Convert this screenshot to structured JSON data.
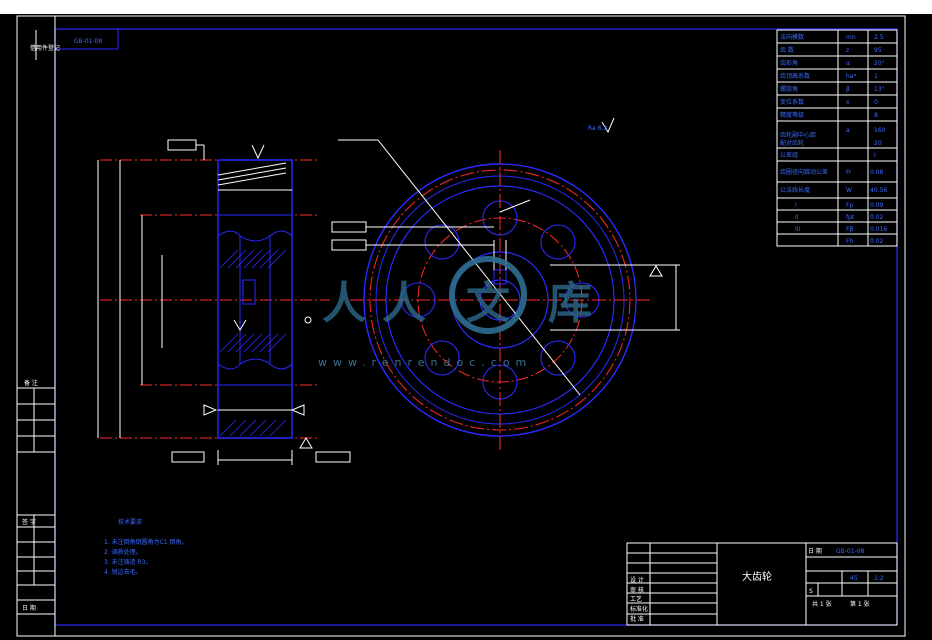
{
  "drawing": {
    "part_name": "大齿轮",
    "drawing_number": "GB-01-08",
    "tech_req_title": "技术要求",
    "tech_requirements": [
      "1. 未注倒角倒圆角为C1 倒角。",
      "2. 调质处理。",
      "3. 未注铸造 R3。",
      "4. 锐边去毛。"
    ],
    "roughness_note": "Ra 6.3",
    "watermark": {
      "chars": [
        "人",
        "人",
        "文",
        "库"
      ],
      "url": "www.renrendoc.com"
    }
  },
  "param_table": {
    "rows": [
      [
        "法向模数",
        "mn",
        "2.5"
      ],
      [
        "齿  数",
        "z",
        "95"
      ],
      [
        "齿形角",
        "α",
        "20°"
      ],
      [
        "齿顶高系数",
        "ha*",
        "1"
      ],
      [
        "螺旋角",
        "β",
        "13°"
      ],
      [
        "变位系数",
        "x",
        "0"
      ],
      [
        "精度等级",
        "",
        "8"
      ],
      [
        "齿轮副中心距",
        "a",
        "160"
      ],
      [
        "配对齿轮",
        "",
        "20"
      ],
      [
        "公差组",
        "",
        "I"
      ],
      [
        "齿圈径向跳动公差",
        "Fr",
        "0.08"
      ],
      [
        "公法线长度",
        "W",
        "40.56"
      ],
      [
        "I",
        "Fp",
        "0.09"
      ],
      [
        "II",
        "fpt",
        "0.02"
      ],
      [
        "III",
        "Fβ",
        "0.016"
      ],
      [
        "",
        "Fh",
        "0.02"
      ]
    ]
  },
  "left_strip": {
    "top_label": "借用件登记",
    "mid_label": "备 注",
    "sign_label": "签 字",
    "date_label": "日 期"
  },
  "title_block": {
    "labels": [
      "设 计",
      "审 核",
      "工艺",
      "标准化",
      "批 准",
      "日 期"
    ],
    "material": "45",
    "scale": "1:2",
    "weight": "S",
    "sheet": "共 1 张",
    "sheet_no": "第 1 张"
  }
}
